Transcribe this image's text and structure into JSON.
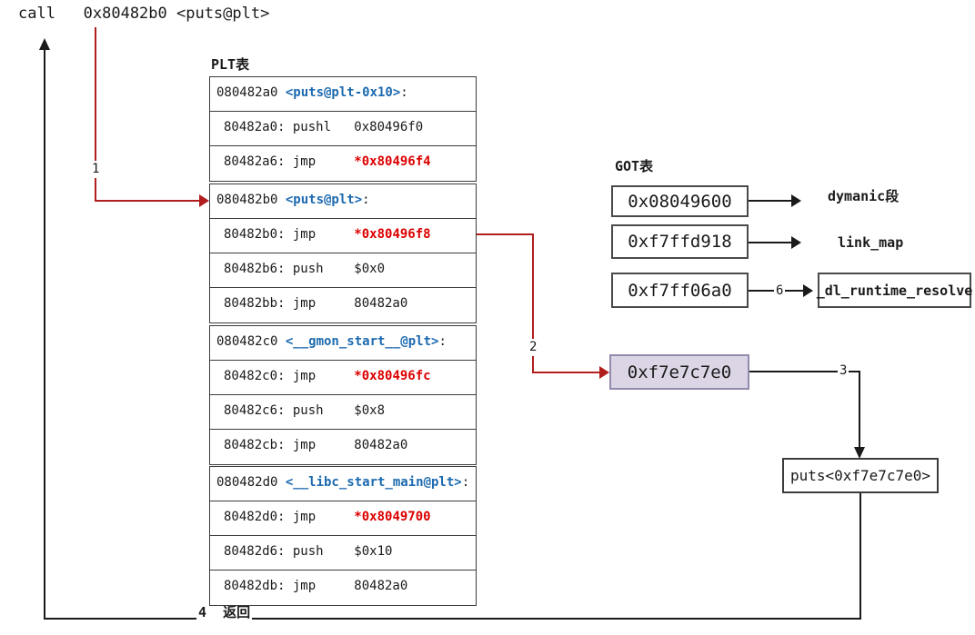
{
  "call_line": "call   0x80482b0 <puts@plt>",
  "plt": {
    "header": "PLT表",
    "groups": [
      [
        {
          "pre": "080482a0 ",
          "hl": "<puts@plt-0x10>",
          "color": "blue",
          "post": ":"
        },
        {
          "pre": "80482a0: pushl   0x80496f0"
        },
        {
          "pre": "80482a6: jmp     ",
          "hl": "*0x80496f4",
          "color": "red"
        }
      ],
      [
        {
          "pre": "080482b0 ",
          "hl": "<puts@plt>",
          "color": "blue",
          "post": ":"
        },
        {
          "pre": "80482b0: jmp     ",
          "hl": "*0x80496f8",
          "color": "red"
        },
        {
          "pre": "80482b6: push    $0x0"
        },
        {
          "pre": "80482bb: jmp     80482a0"
        }
      ],
      [
        {
          "pre": "080482c0 ",
          "hl": "<__gmon_start__@plt>",
          "color": "blue",
          "post": ":"
        },
        {
          "pre": "80482c0: jmp     ",
          "hl": "*0x80496fc",
          "color": "red"
        },
        {
          "pre": "80482c6: push    $0x8"
        },
        {
          "pre": "80482cb: jmp     80482a0"
        }
      ],
      [
        {
          "pre": "080482d0 ",
          "hl": "<__libc_start_main@plt>",
          "color": "blue",
          "post": ":"
        },
        {
          "pre": "80482d0: jmp     ",
          "hl": "*0x8049700",
          "color": "red"
        },
        {
          "pre": "80482d6: push    $0x10"
        },
        {
          "pre": "80482db: jmp     80482a0"
        }
      ]
    ]
  },
  "got": {
    "header": "GOT表",
    "entries": [
      "0x08049600",
      "0xf7ffd918",
      "0xf7ff06a0"
    ],
    "targets": {
      "dynamic_label": "dymanic段",
      "link_map_label": "link_map",
      "dl_runtime_resolve_label": "_dl_runtime_resolve"
    },
    "resolved_entry": "0xf7e7c7e0"
  },
  "puts_target": "puts<0xf7e7c7e0>",
  "steps": {
    "s1": "1",
    "s2": "2",
    "s3": "3",
    "s4": "4  返回",
    "s6": "6"
  },
  "colors": {
    "symbol_blue": "#1c6ab0",
    "got_ref_red": "#dd0000",
    "arrow_red": "#b01e1e",
    "resolved_fill": "#dcd5e5",
    "resolved_border": "#9589ae"
  }
}
